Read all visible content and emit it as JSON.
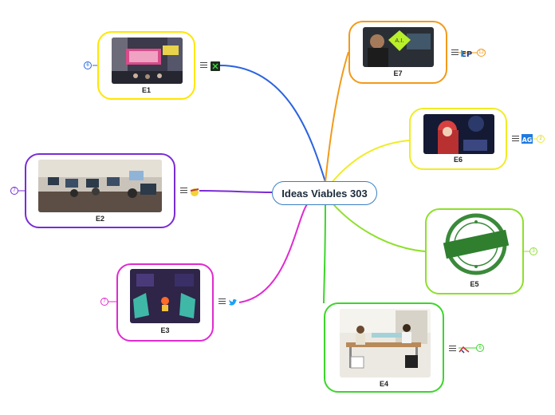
{
  "central_topic": "Ideas Viables 303",
  "branches": [
    {
      "id": "e1",
      "label": "E1",
      "color": "#ffe600",
      "badge": "6",
      "attachment": "image-link-icon"
    },
    {
      "id": "e2",
      "label": "E2",
      "color": "#7a2cd6",
      "badge": "7",
      "attachment": "emoji-icon"
    },
    {
      "id": "e3",
      "label": "E3",
      "color": "#e02ad0",
      "badge": "7",
      "attachment": "twitter-bird-icon"
    },
    {
      "id": "e4",
      "label": "E4",
      "color": "#3bd62a",
      "badge": "6",
      "attachment": "handshake-icon"
    },
    {
      "id": "e5",
      "label": "E5",
      "color": "#8ee02a",
      "badge": "3",
      "attachment": "none"
    },
    {
      "id": "e6",
      "label": "E6",
      "color": "#f0ec26",
      "badge": "2",
      "attachment": "ag-logo-icon"
    },
    {
      "id": "e7",
      "label": "E7",
      "color": "#f29a1a",
      "badge": "12",
      "attachment": "ep-logo-icon"
    }
  ],
  "colors": {
    "central_border": "#3a7fc4",
    "e1_link": "#2b63e0"
  }
}
